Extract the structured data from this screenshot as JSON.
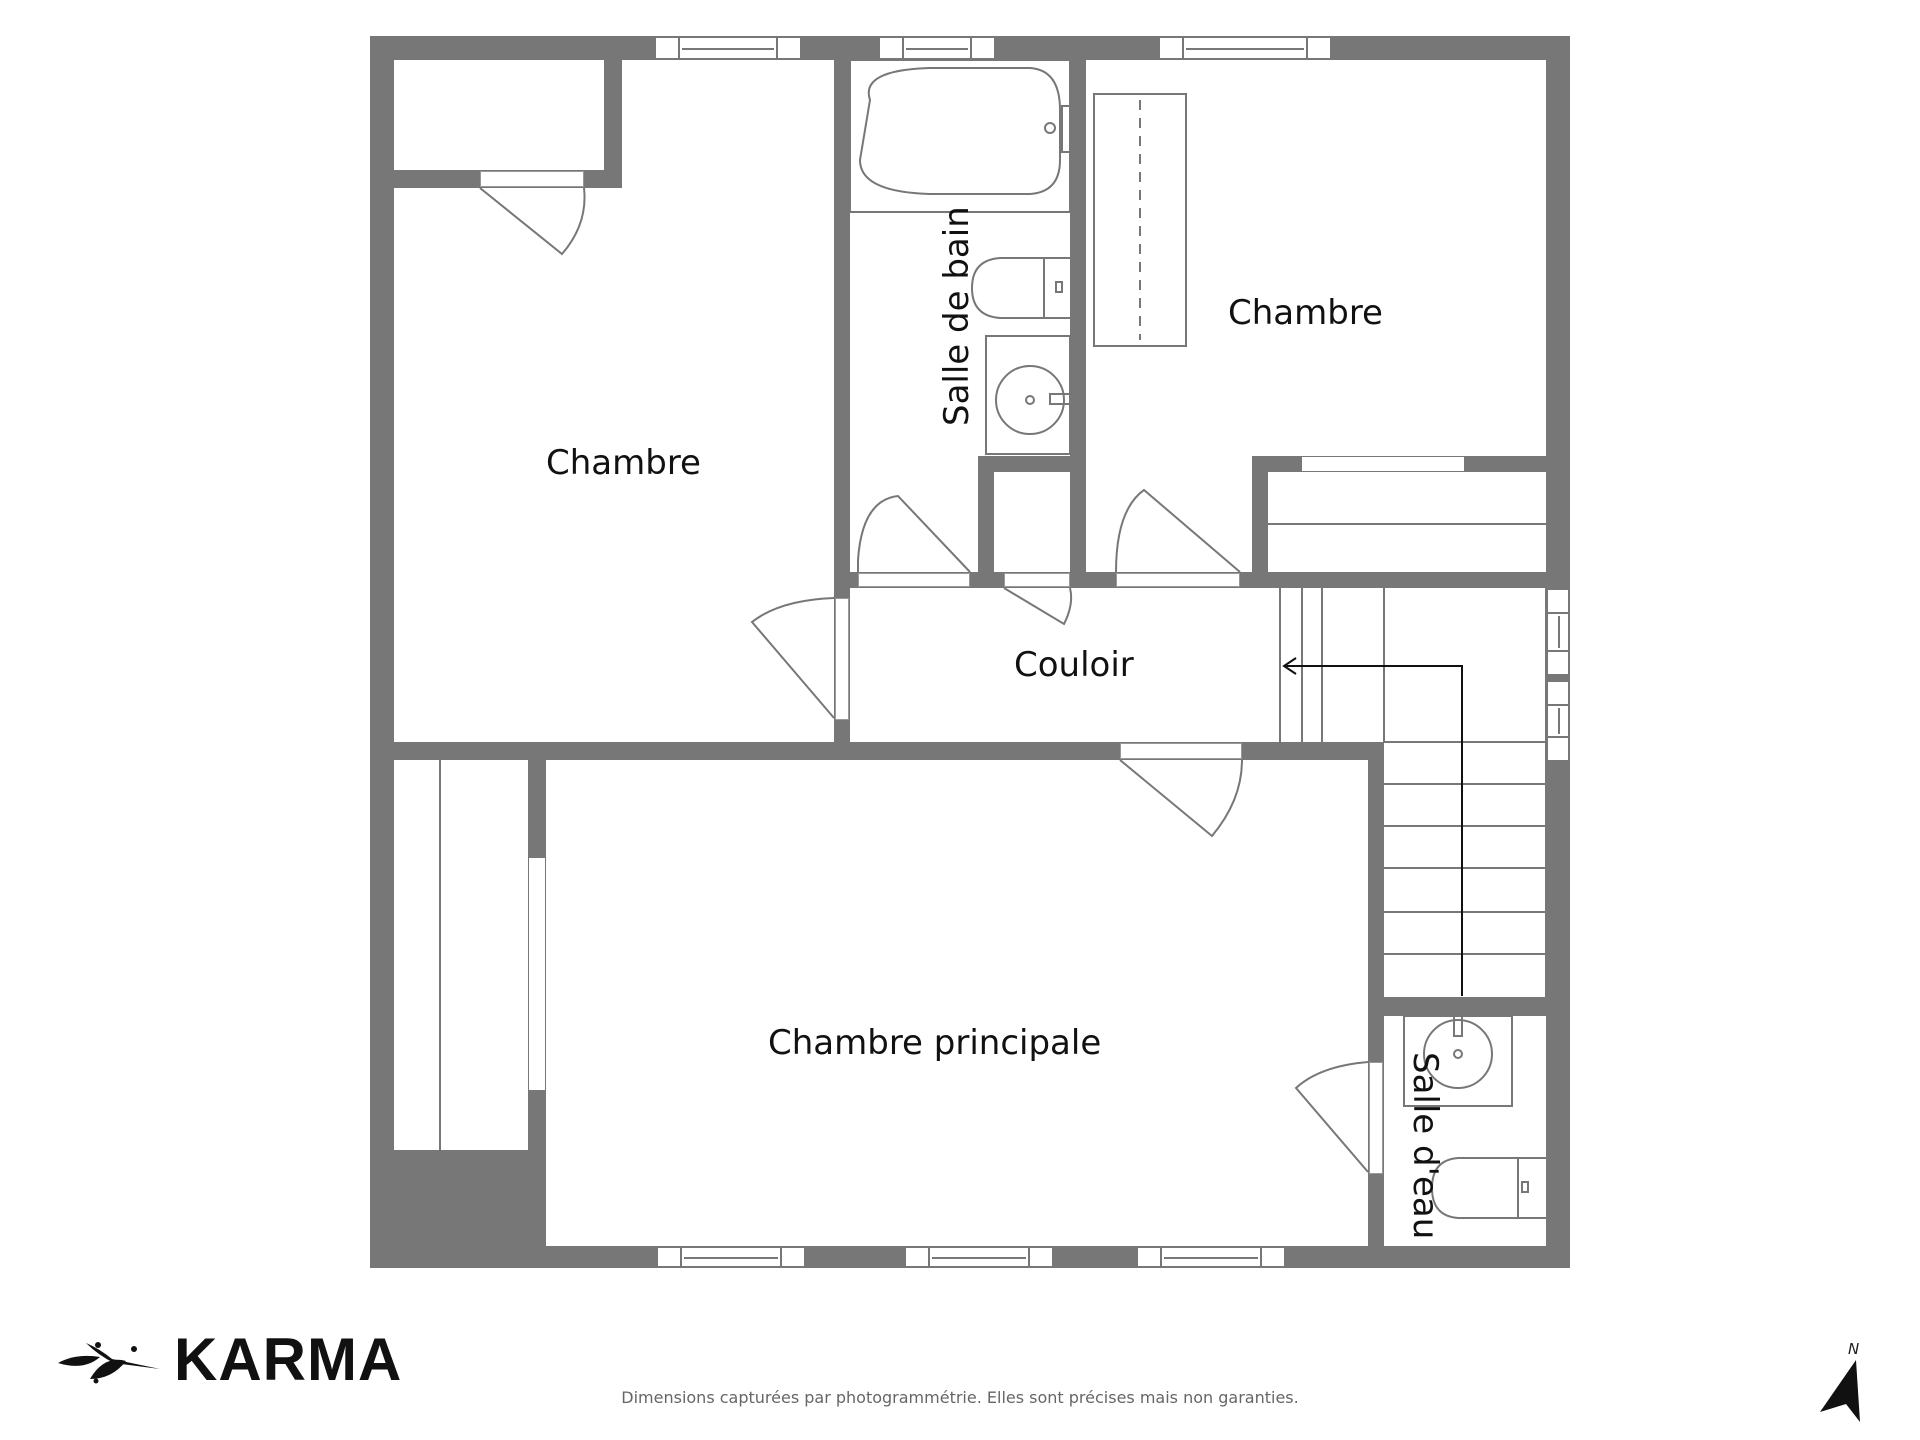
{
  "floor_plan": {
    "wall_color": "#777777",
    "background_color": "#ffffff",
    "rooms": [
      {
        "id": "chambre-ouest",
        "label": "Chambre"
      },
      {
        "id": "salle-de-bain",
        "label": "Salle de bain"
      },
      {
        "id": "chambre-est",
        "label": "Chambre"
      },
      {
        "id": "couloir",
        "label": "Couloir"
      },
      {
        "id": "chambre-principale",
        "label": "Chambre principale"
      },
      {
        "id": "salle-d-eau",
        "label": "Salle d'eau"
      }
    ],
    "compass": {
      "label": "N"
    }
  },
  "footer": {
    "brand": "KARMA",
    "brand_icon": "leaf-branch-icon",
    "disclaimer": "Dimensions capturées par photogrammétrie. Elles sont précises mais non garanties."
  }
}
